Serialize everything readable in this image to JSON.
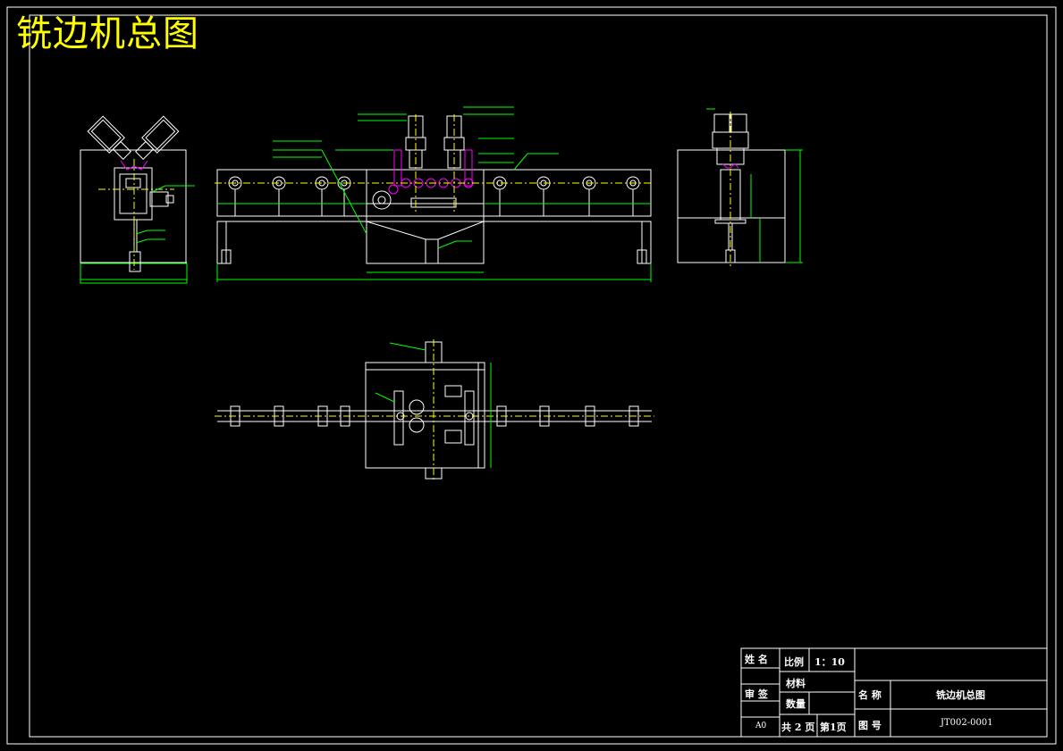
{
  "drawing_title": "铣边机总图",
  "colors": {
    "background": "#000000",
    "frame": "#ffffff",
    "geometry": "#ffffff",
    "dimension": "#00ff00",
    "centerline": "#ffff00",
    "highlight": "#ff00ff",
    "title_text": "#ffff00"
  },
  "title_block": {
    "name_label": "姓 名",
    "review_label": "审 签",
    "size_code": "A0",
    "scale_label": "比例",
    "scale_value": "1：10",
    "material_label": "材料",
    "quantity_label": "数量",
    "total_pages": "共 2 页",
    "page_no": "第1页",
    "part_name_label": "名 称",
    "part_name": "铣边机总图",
    "drawing_no_label": "图 号",
    "drawing_no": "JT002-0001"
  }
}
